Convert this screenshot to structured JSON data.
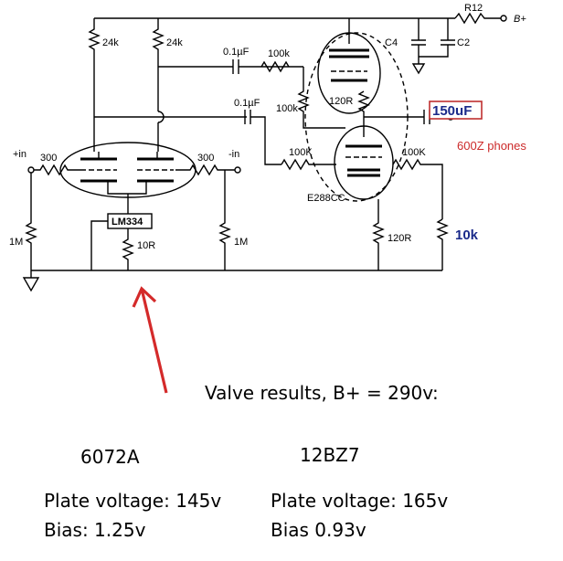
{
  "schematic": {
    "r12": "R12",
    "bplus": "B+",
    "c4": "C4",
    "c2": "C2",
    "r24k_a": "24k",
    "r24k_b": "24k",
    "cap1": "0.1µF",
    "r100k_top": "100k",
    "r120r_top": "120R",
    "cap2": "0.1µF",
    "r100k_mid": "100k",
    "cap150": "150uF",
    "phones": "600Z phones",
    "in_pos": "+in",
    "r300_left": "300",
    "r300_right": "300",
    "in_neg": "-in",
    "r100k_left": "100K",
    "r100k_right": "100K",
    "tube": "E288CC",
    "lm334": "LM334",
    "r1m_left": "1M",
    "r1m_right": "1M",
    "r10r": "10R",
    "r120r_bot": "120R",
    "r10k": "10k"
  },
  "results": {
    "heading": "Valve results, B+ = 290v:",
    "left": {
      "valve": "6072A",
      "plate": "Plate voltage: 145v",
      "bias": "Bias: 1.25v"
    },
    "right": {
      "valve": "12BZ7",
      "plate": "Plate voltage: 165v",
      "bias": "Bias 0.93v"
    }
  },
  "colors": {
    "wire": "#000000",
    "arrow": "#d42a2a",
    "cap150_border": "#c03030",
    "cap150_text": "#1a2a8a",
    "phones": "#cc2a2a",
    "bplus": "#cc2a2a",
    "in_label": "#cc2a2a"
  }
}
